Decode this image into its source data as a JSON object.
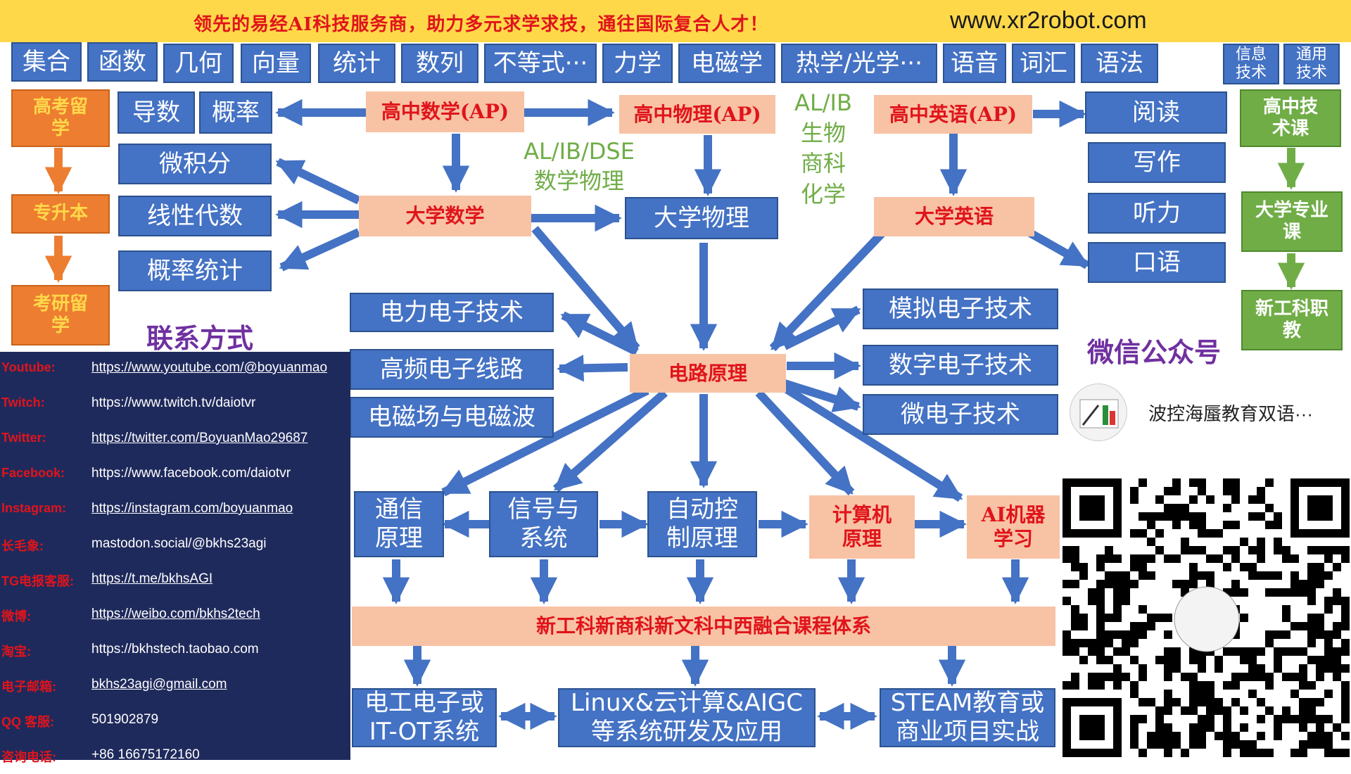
{
  "banner": {
    "slogan": "领先的易经AI科技服务商，助力多元求学求技，通往国际复合人才！",
    "url": "www.xr2robot.com"
  },
  "subjects": [
    "集合",
    "函数",
    "几何",
    "向量",
    "统计",
    "数列",
    "不等式···",
    "力学",
    "电磁学",
    "热学/光学···",
    "语音",
    "词汇",
    "语法"
  ],
  "tech_tabs": [
    "信息技术",
    "通用技术"
  ],
  "left_path": [
    "高考留学",
    "专升本",
    "考研留学"
  ],
  "right_path": [
    "高中技术课",
    "大学专业课",
    "新工科职教"
  ],
  "math": {
    "hs": "高中数学(AP)",
    "uni": "大学数学",
    "topics_top": [
      "导数",
      "概率"
    ],
    "topics": [
      "微积分",
      "线性代数",
      "概率统计"
    ]
  },
  "physics": {
    "hs": "高中物理(AP)",
    "uni": "大学物理"
  },
  "english": {
    "hs": "高中英语(AP)",
    "uni": "大学英语",
    "skills": [
      "阅读",
      "写作",
      "听力",
      "口语"
    ]
  },
  "green_notes": {
    "mid": "AL/IB/DSE\n数学物理",
    "right": "AL/IB\n生物\n商科\n化学"
  },
  "circuit": "电路原理",
  "left_branches": [
    "电力电子技术",
    "高频电子线路",
    "电磁场与电磁波"
  ],
  "right_branches": [
    "模拟电子技术",
    "数字电子技术",
    "微电子技术"
  ],
  "bottom_courses": [
    "通信原理",
    "信号与系统",
    "自动控制原理",
    "计算机原理",
    "AI机器学习"
  ],
  "system_bar": "新工科新商科新文科中西融合课程体系",
  "outcomes": [
    "电工电子或IT-OT系统",
    "Linux&云计算&AIGC等系统研发及应用",
    "STEAM教育或商业项目实战"
  ],
  "contact": {
    "title": "联系方式",
    "items": [
      {
        "label": "Youtube:",
        "value": "https://www.youtube.com/@boyuanmao",
        "link": true
      },
      {
        "label": "Twitch:",
        "value": "https://www.twitch.tv/daiotvr",
        "link": false
      },
      {
        "label": "Twitter:",
        "value": "https://twitter.com/BoyuanMao29687",
        "link": true
      },
      {
        "label": "Facebook:",
        "value": "https://www.facebook.com/daiotvr",
        "link": false
      },
      {
        "label": "Instagram:",
        "value": "https://instagram.com/boyuanmao",
        "link": true
      },
      {
        "label": "长毛象:",
        "value": "mastodon.social/@bkhs23agi",
        "link": false
      },
      {
        "label": "TG电报客服:",
        "value": "https://t.me/bkhsAGI",
        "link": true
      },
      {
        "label": "微博:",
        "value": "https://weibo.com/bkhs2tech",
        "link": true
      },
      {
        "label": "淘宝:",
        "value": "https://bkhstech.taobao.com",
        "link": false
      },
      {
        "label": "电子邮箱:",
        "value": "bkhs23agi@gmail.com",
        "link": true
      },
      {
        "label": "QQ 客服:",
        "value": "501902879",
        "link": false
      },
      {
        "label": "咨询电话:",
        "value": "+86 16675172160",
        "link": false
      }
    ]
  },
  "wechat": {
    "title": "微信公众号",
    "account": "波控海蜃教育双语···"
  },
  "colors": {
    "blue": "#4472c4",
    "pink": "#f8c2a4",
    "orange": "#ed7d31",
    "green": "#70ad47",
    "banner": "#ffd84a",
    "red_text": "#e0141b",
    "purple": "#7030a0",
    "panel": "#1f2a5c"
  }
}
